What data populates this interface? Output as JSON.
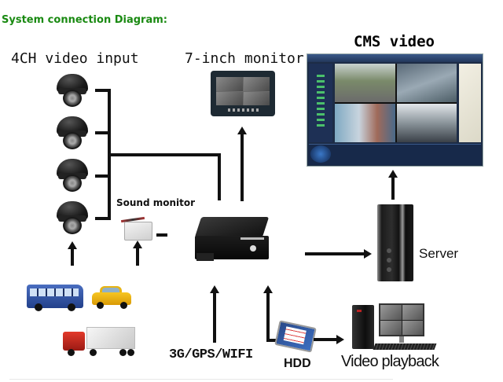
{
  "title": "System connection Diagram:",
  "colors": {
    "title": "#1a8a12",
    "lines": "#111111",
    "background": "#ffffff"
  },
  "labels": {
    "video_input": "4CH video input",
    "monitor": "7-inch monitor",
    "cms_video": "CMS video",
    "sound_monitor": "Sound monitor",
    "server": "Server",
    "network": "3G/GPS/WIFI",
    "hdd": "HDD",
    "video_playback": "Video playback"
  },
  "nodes": [
    {
      "id": "cameras",
      "label": "4CH video input",
      "count": 4,
      "icon": "dome-camera-icon"
    },
    {
      "id": "sound-monitor",
      "label": "Sound monitor",
      "icon": "microphone-box-icon"
    },
    {
      "id": "mobile-dvr",
      "label": "",
      "icon": "mobile-dvr-icon"
    },
    {
      "id": "monitor-7in",
      "label": "7-inch monitor",
      "icon": "monitor-icon"
    },
    {
      "id": "cms-video",
      "label": "CMS video",
      "icon": "cms-software-screen"
    },
    {
      "id": "server",
      "label": "Server",
      "icon": "server-tower-icon"
    },
    {
      "id": "network",
      "label": "3G/GPS/WIFI",
      "icon": "none"
    },
    {
      "id": "hdd",
      "label": "HDD",
      "icon": "hard-drive-icon"
    },
    {
      "id": "video-playback",
      "label": "Video playback",
      "icon": "desktop-pc-icon"
    },
    {
      "id": "vehicles",
      "label": "",
      "icon": "vehicles-icon",
      "items": [
        "bus",
        "taxi",
        "truck"
      ]
    }
  ],
  "edges": [
    {
      "from": "cameras",
      "to": "mobile-dvr"
    },
    {
      "from": "vehicles",
      "to": "cameras"
    },
    {
      "from": "sound-monitor",
      "to": "mobile-dvr"
    },
    {
      "from": "mobile-dvr",
      "to": "monitor-7in"
    },
    {
      "from": "mobile-dvr",
      "to": "server"
    },
    {
      "from": "server",
      "to": "cms-video"
    },
    {
      "from": "network",
      "to": "mobile-dvr"
    },
    {
      "from": "hdd",
      "to": "mobile-dvr"
    },
    {
      "from": "hdd",
      "to": "video-playback"
    }
  ]
}
